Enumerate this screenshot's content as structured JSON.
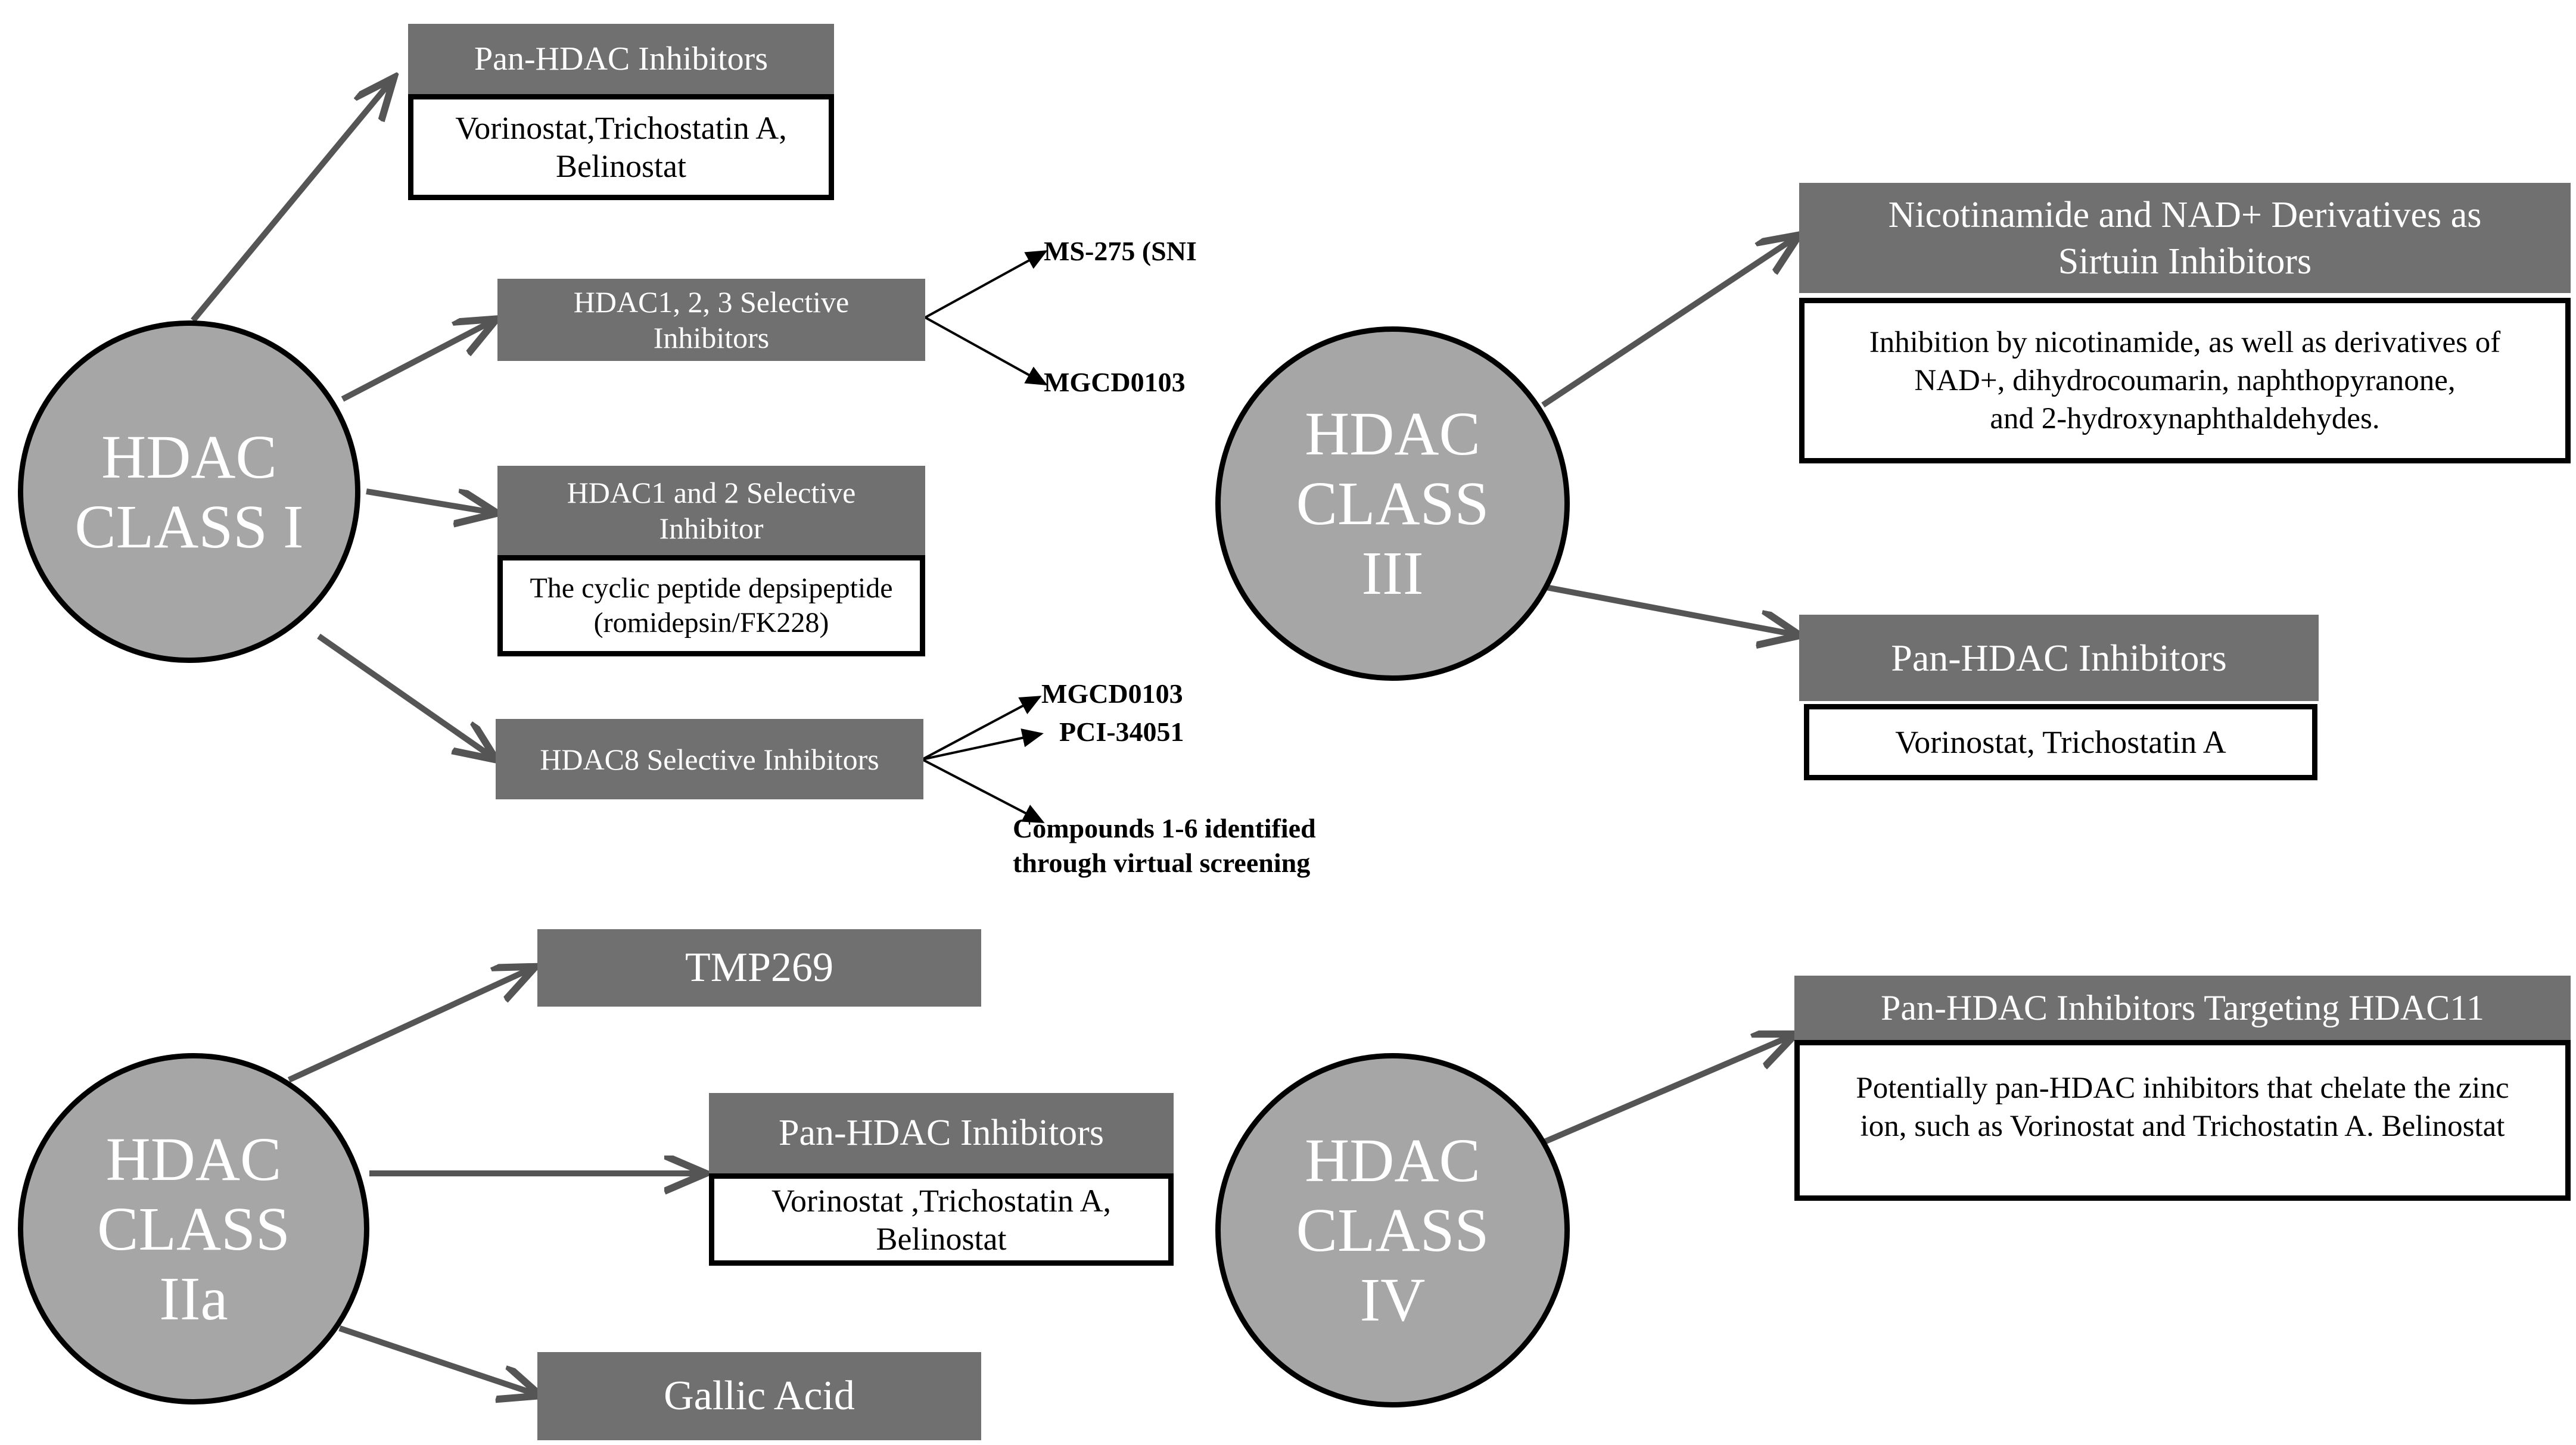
{
  "diagram": {
    "class1": {
      "label": "HDAC\nCLASS I",
      "pan": {
        "header": "Pan-HDAC Inhibitors",
        "body": "Vorinostat,Trichostatin A,\nBelinostat"
      },
      "hdac123": {
        "header": "HDAC1, 2, 3 Selective\nInhibitors",
        "items": [
          "MS-275 (SNI",
          "MGCD0103"
        ]
      },
      "hdac12": {
        "header": "HDAC1 and 2 Selective\nInhibitor",
        "body": "The cyclic peptide depsipeptide\n(romidepsin/FK228)"
      },
      "hdac8": {
        "header": "HDAC8 Selective Inhibitors",
        "items": [
          "MGCD0103",
          "PCI-34051",
          "Compounds 1-6 identified\nthrough virtual screening"
        ]
      }
    },
    "class2a": {
      "label": "HDAC\nCLASS\nIIa",
      "tmp": {
        "header": "TMP269"
      },
      "pan": {
        "header": "Pan-HDAC Inhibitors",
        "body": "Vorinostat ,Trichostatin A,\nBelinostat"
      },
      "gallic": {
        "header": "Gallic Acid"
      }
    },
    "class3": {
      "label": "HDAC\nCLASS\nIII",
      "nad": {
        "header": "Nicotinamide and NAD+ Derivatives as\nSirtuin Inhibitors",
        "body": "Inhibition by nicotinamide, as well as derivatives of\nNAD+, dihydrocoumarin, naphthopyranone,\nand 2-hydroxynaphthaldehydes."
      },
      "pan": {
        "header": "Pan-HDAC Inhibitors",
        "body": "Vorinostat, Trichostatin A"
      }
    },
    "class4": {
      "label": "HDAC\nCLASS\nIV",
      "pan11": {
        "header": "Pan-HDAC Inhibitors Targeting HDAC11",
        "body": "Potentially pan-HDAC inhibitors that chelate the zinc\nion, such as Vorinostat  and Trichostatin A. Belinostat"
      }
    }
  },
  "colors": {
    "circle_fill": "#a6a6a6",
    "header_fill": "#707070",
    "arrow": "#555555",
    "outline": "#000000"
  }
}
